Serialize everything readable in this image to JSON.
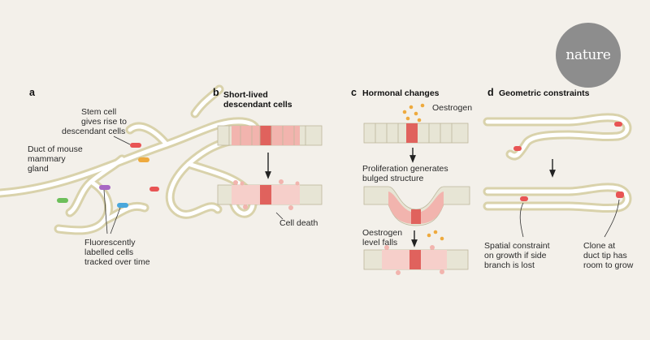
{
  "brand": {
    "logo_text": "nature"
  },
  "panels": {
    "a": {
      "letter": "a",
      "stem_label": [
        "Stem cell",
        "gives rise to",
        "descendant cells"
      ],
      "duct_label": [
        "Duct of mouse",
        "mammary",
        "gland"
      ],
      "tracked_label": [
        "Fluorescently",
        "labelled cells",
        "tracked over time"
      ]
    },
    "b": {
      "letter": "b",
      "title": [
        "Short-lived",
        "descendant cells"
      ],
      "death_label": "Cell death"
    },
    "c": {
      "letter": "c",
      "title": "Hormonal changes",
      "oestrogen_label": "Oestrogen",
      "prolif_label": [
        "Proliferation generates",
        "bulged structure"
      ],
      "falls_label": [
        "Oestrogen",
        "level falls"
      ]
    },
    "d": {
      "letter": "d",
      "title": "Geometric constraints",
      "spatial_label": [
        "Spatial constraint",
        "on growth if side",
        "branch is lost"
      ],
      "clone_label": [
        "Clone at",
        "duct tip has",
        "room to grow"
      ]
    }
  },
  "colors": {
    "background": "#f3f0ea",
    "duct_wall": "#d9d2ab",
    "duct_fill": "#ffffff",
    "cell_normal": "#e7e5d5",
    "cell_pink": "#f2b4ae",
    "cell_red": "#e0625d",
    "label_green": "#6cbf5a",
    "label_purple": "#a868c4",
    "label_blue": "#4aa7dc",
    "label_orange": "#eeaa3e",
    "label_red": "#e85454"
  }
}
